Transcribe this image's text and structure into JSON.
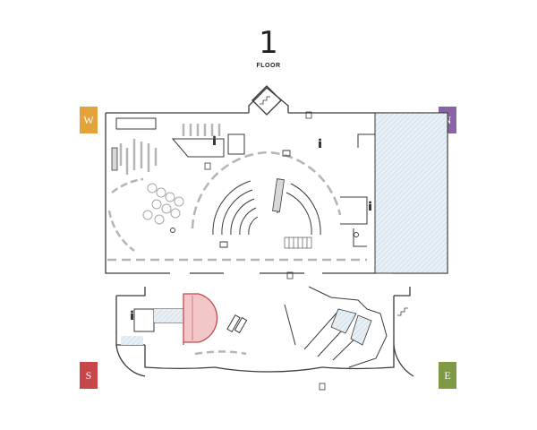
{
  "floor": {
    "number": "1",
    "label": "FLOOR"
  },
  "compass": {
    "west": {
      "letter": "W",
      "color": "#e2a43a"
    },
    "north": {
      "letter": "N",
      "color": "#8a63a8"
    },
    "south": {
      "letter": "S",
      "color": "#c8454a"
    },
    "east": {
      "letter": "E",
      "color": "#7f9a45"
    }
  },
  "colors": {
    "wall": "#3a3a3a",
    "shelf": "#b5b5b5",
    "hatch": "#d5e3ee",
    "highlight_fill": "#f2c7c7",
    "highlight_stroke": "#c9474f"
  },
  "icons": [
    "restroom-icon",
    "elevator-icon",
    "accessible-icon",
    "stairs-icon",
    "info-desk-icon"
  ]
}
